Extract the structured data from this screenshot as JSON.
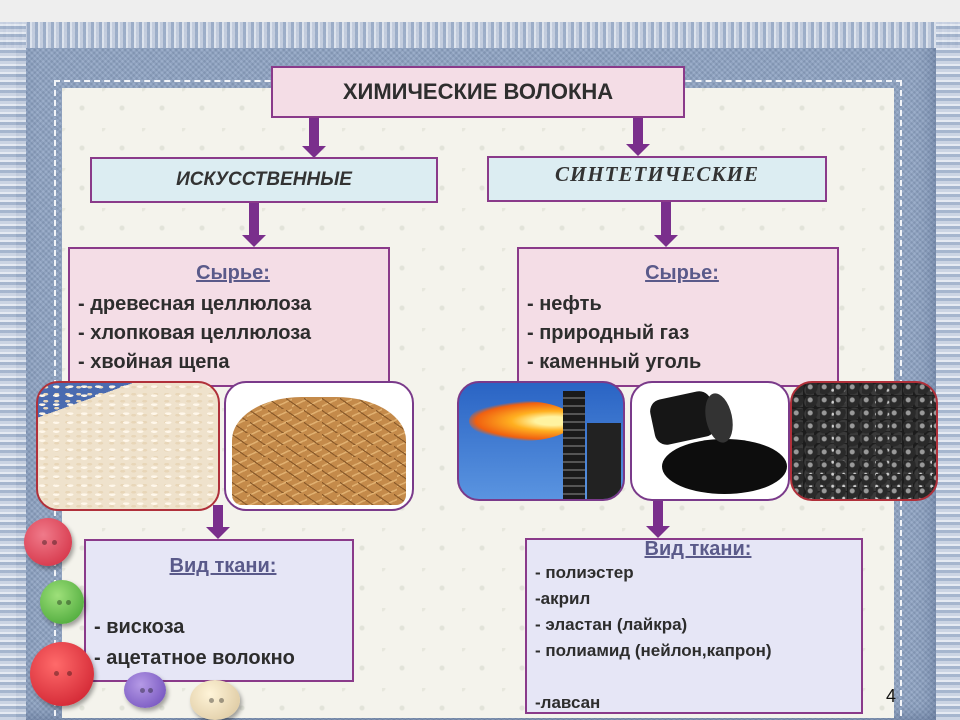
{
  "title": "ХИМИЧЕСКИЕ ВОЛОКНА",
  "left": {
    "category": "ИСКУССТВЕННЫЕ",
    "raw_heading": "Сырье:",
    "raw_items": [
      "- древесная целлюлоза",
      "- хлопковая целлюлоза",
      "- хвойная щепа"
    ],
    "fabric_heading": "Вид ткани:",
    "fabric_items": [
      "- вискоза",
      "- ацетатное волокно"
    ]
  },
  "right": {
    "category": "СИНТЕТИЧЕСКИЕ",
    "raw_heading": "Сырье:",
    "raw_items": [
      "- нефть",
      "- природный газ",
      "- каменный уголь"
    ],
    "fabric_heading": "Вид ткани:",
    "fabric_items": [
      "- полиэстер",
      "-акрил",
      "- эластан (лайкра)",
      "- полиамид (нейлон,капрон)",
      "",
      "-лавсан"
    ]
  },
  "page_number": "4",
  "colors": {
    "arrow": "#7a2f8c",
    "box_border": "#8a3a8a",
    "pink_fill": "#f4dde6",
    "blue_fill": "#dcedf2",
    "lavender_fill": "#e6e6f6"
  }
}
